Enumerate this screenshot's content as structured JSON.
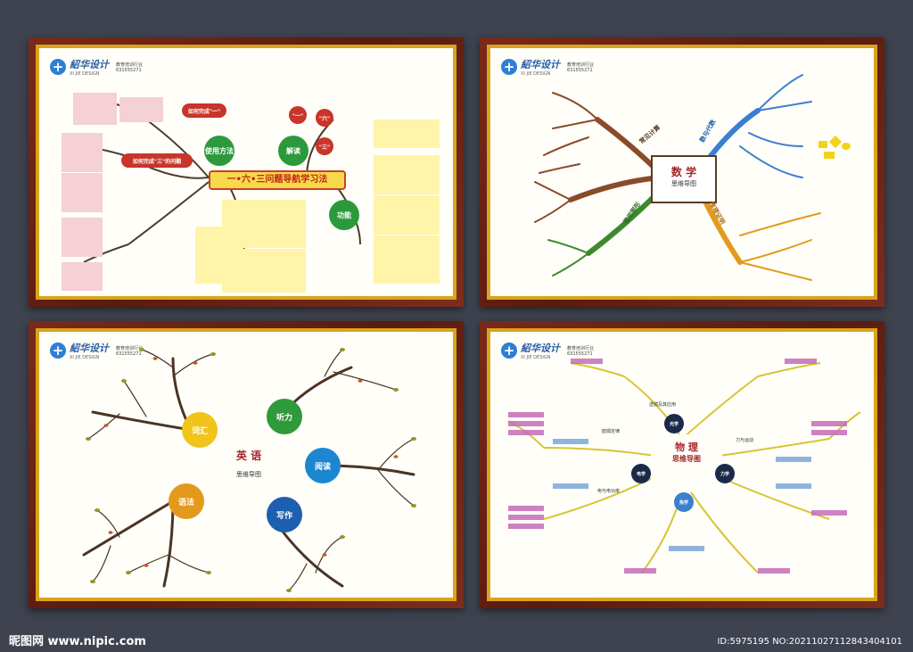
{
  "brand": {
    "name": "紹华设计",
    "sub": "XI JIE DESIGN",
    "tag": "教育培训行业",
    "phone": "631555271"
  },
  "panel1": {
    "title": "一•六•三问题导航学习法",
    "nodes": [
      "使用方法",
      "解读",
      "功能"
    ],
    "bubbles": [
      "如何完成\"一\"",
      "如何完成\"三\"的问题",
      "\"一\"",
      "\"六\"",
      "\"三\""
    ]
  },
  "panel2": {
    "title": "数  学",
    "subtitle": "思维导图",
    "branches": [
      "常见计算",
      "数与代数",
      "推理证明",
      "常用图形"
    ]
  },
  "panel3": {
    "title": "英  语",
    "subtitle": "思维导图",
    "nodes": [
      "词汇",
      "听力",
      "阅读",
      "写作",
      "语法"
    ]
  },
  "panel4": {
    "title": "物    理",
    "subtitle": "思维导图",
    "nodes": [
      "光学",
      "电学",
      "力学",
      "热学"
    ],
    "labels": [
      "透镜及其应用",
      "力与运动",
      "欧姆定律",
      "电与电功率"
    ]
  },
  "watermark": {
    "left": "昵图网 www.nipic.com",
    "right": "ID:5975195 NO:20211027112843404101"
  },
  "colors": {
    "frame": "#6b2314",
    "gold": "#d9a41d",
    "bg": "#3f434f"
  }
}
